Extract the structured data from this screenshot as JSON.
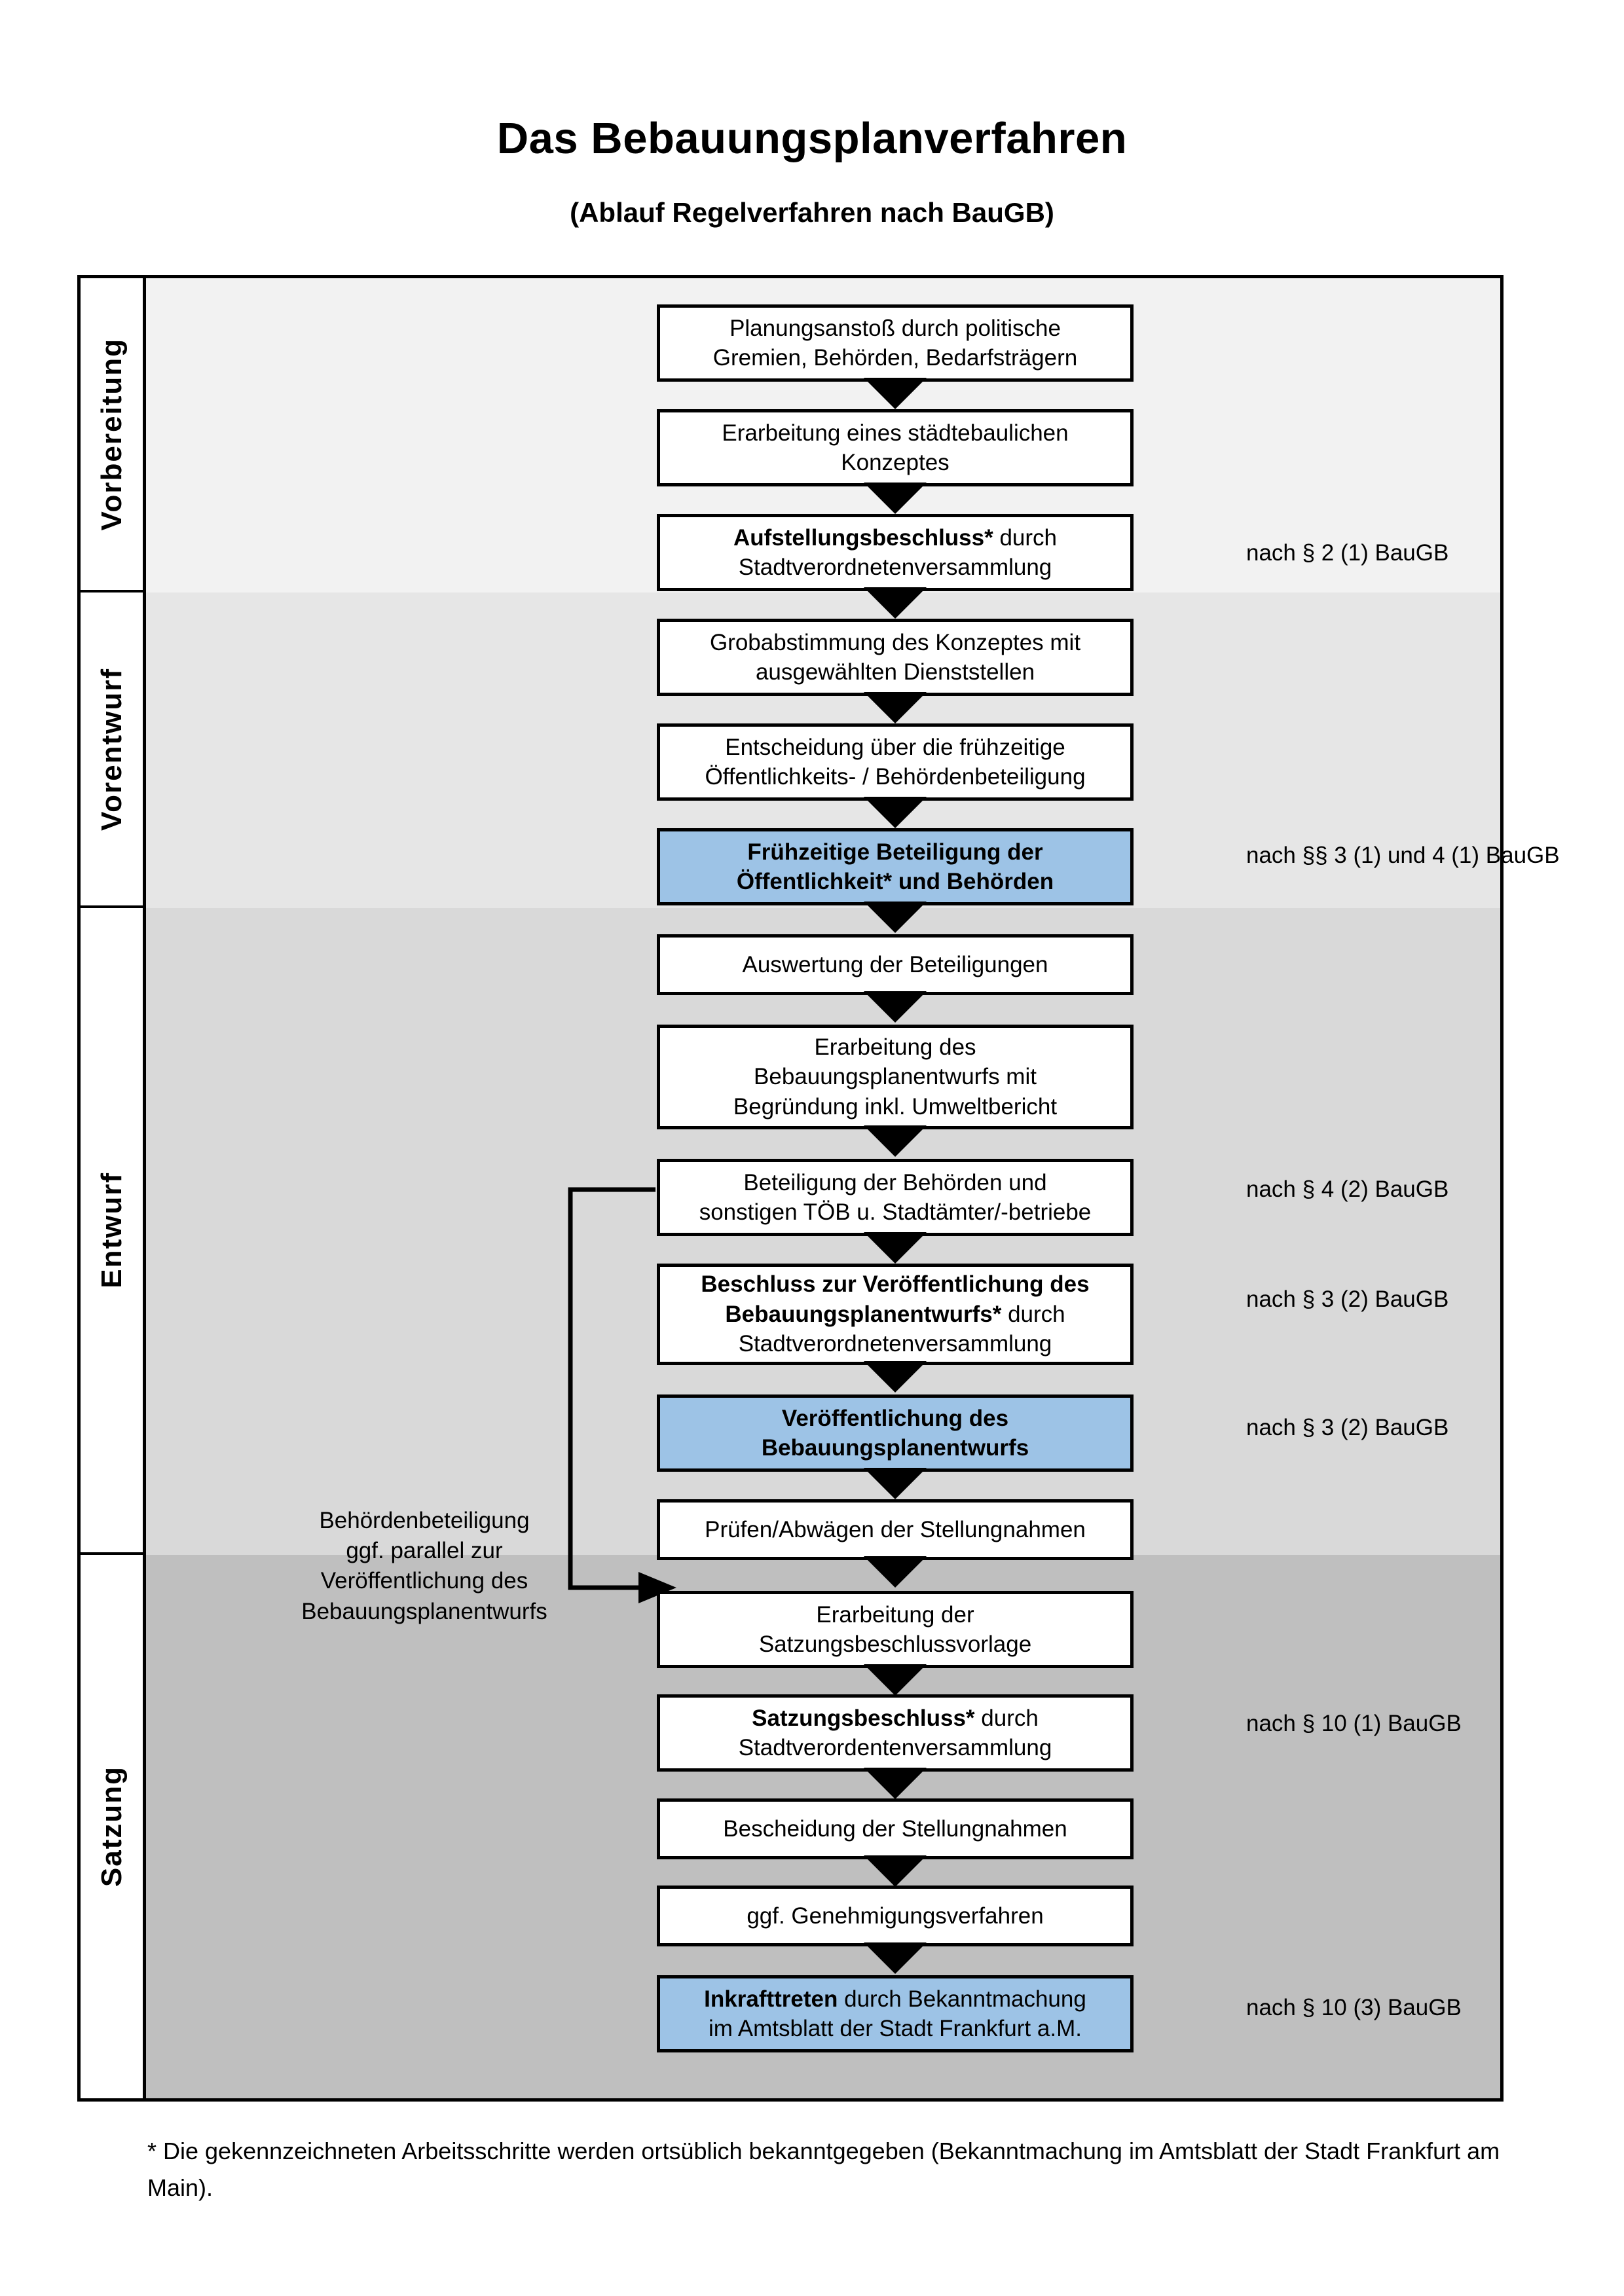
{
  "title": {
    "main": "Das Bebauungsplanverfahren",
    "sub": "(Ablauf Regelverfahren nach BauGB)"
  },
  "phases": [
    {
      "label": "Vorbereitung"
    },
    {
      "label": "Vorentwurf"
    },
    {
      "label": "Entwurf"
    },
    {
      "label": "Satzung"
    }
  ],
  "steps": [
    {
      "id": "planungsanstoss",
      "lines": [
        "Planungsanstoß durch politische",
        "Gremien, Behörden, Bedarfsträgern"
      ],
      "bold": false,
      "highlight": false
    },
    {
      "id": "staedtebauliches-konzept",
      "lines": [
        "Erarbeitung eines städtebaulichen",
        "Konzeptes"
      ],
      "bold": false,
      "highlight": false
    },
    {
      "id": "aufstellungsbeschluss",
      "lines": [
        "Aufstellungsbeschluss* durch",
        "Stadtverordnetenversammlung"
      ],
      "bold_prefix": "Aufstellungsbeschluss*",
      "highlight": false
    },
    {
      "id": "grobabstimmung",
      "lines": [
        "Grobabstimmung des Konzeptes mit",
        "ausgewählten Dienststellen"
      ],
      "bold": false,
      "highlight": false
    },
    {
      "id": "entscheidung-fruehzeitige-beteiligung",
      "lines": [
        "Entscheidung über die frühzeitige",
        "Öffentlichkeits- / Behördenbeteiligung"
      ],
      "bold": false,
      "highlight": false
    },
    {
      "id": "fruehzeitige-beteiligung",
      "lines": [
        "Frühzeitige Beteiligung der",
        "Öffentlichkeit* und Behörden"
      ],
      "bold": true,
      "highlight": true
    },
    {
      "id": "auswertung-beteiligungen",
      "lines": [
        "Auswertung der Beteiligungen"
      ],
      "bold": false,
      "highlight": false
    },
    {
      "id": "erarbeitung-bebauungsplanentwurf",
      "lines": [
        "Erarbeitung des",
        "Bebauungsplanentwurfs mit",
        "Begründung inkl. Umweltbericht"
      ],
      "bold": false,
      "highlight": false
    },
    {
      "id": "beteiligung-behoerden-toeb",
      "lines": [
        "Beteiligung der Behörden und",
        "sonstigen TÖB u. Stadtämter/-betriebe"
      ],
      "bold": false,
      "highlight": false
    },
    {
      "id": "beschluss-veroeffentlichung",
      "lines": [
        "Beschluss zur Veröffentlichung des",
        "Bebauungsplanentwurfs* durch",
        "Stadtverordnetenversammlung"
      ],
      "bold_prefix": "Beschluss zur Veröffentlichung des Bebauungsplanentwurfs*",
      "highlight": false
    },
    {
      "id": "veroeffentlichung-entwurf",
      "lines": [
        "Veröffentlichung des",
        "Bebauungsplanentwurfs"
      ],
      "bold": true,
      "highlight": true
    },
    {
      "id": "pruefen-abwaegen",
      "lines": [
        "Prüfen/Abwägen der Stellungnahmen"
      ],
      "bold": false,
      "highlight": false
    },
    {
      "id": "erarbeitung-satzungsbeschlussvorlage",
      "lines": [
        "Erarbeitung der",
        "Satzungsbeschlussvorlage"
      ],
      "bold": false,
      "highlight": false
    },
    {
      "id": "satzungsbeschluss",
      "lines": [
        "Satzungsbeschluss* durch",
        "Stadtverordentenversammlung"
      ],
      "bold_prefix": "Satzungsbeschluss*",
      "highlight": false
    },
    {
      "id": "bescheidung-stellungnahmen",
      "lines": [
        "Bescheidung der Stellungnahmen"
      ],
      "bold": false,
      "highlight": false
    },
    {
      "id": "genehmigungsverfahren",
      "lines": [
        "ggf. Genehmigungsverfahren"
      ],
      "bold": false,
      "highlight": false
    },
    {
      "id": "inkrafttreten",
      "lines": [
        "Inkrafttreten durch Bekanntmachung",
        "im Amtsblatt der Stadt Frankfurt a.M."
      ],
      "bold_prefix": "Inkrafttreten",
      "highlight": true
    }
  ],
  "sidenotes": [
    {
      "id": "note-par2",
      "text": "nach § 2 (1) BauGB"
    },
    {
      "id": "note-par3-1-4-1",
      "text": "nach §§ 3 (1) und 4 (1) BauGB"
    },
    {
      "id": "note-par4-2",
      "text": "nach § 4 (2) BauGB"
    },
    {
      "id": "note-par3-2-a",
      "text": "nach § 3 (2) BauGB"
    },
    {
      "id": "note-par3-2-b",
      "text": "nach § 3 (2) BauGB"
    },
    {
      "id": "note-par10-1",
      "text": "nach § 10 (1) BauGB"
    },
    {
      "id": "note-par10-3",
      "text": "nach § 10 (3) BauGB"
    }
  ],
  "left_note": {
    "lines": [
      "Behördenbeteiligung",
      "ggf. parallel zur",
      "Veröffentlichung des",
      "Bebauungsplanentwurfs"
    ]
  },
  "footnote": {
    "text": "* Die gekennzeichneten Arbeitsschritte werden ortsüblich bekanntgegeben (Bekanntmachung im Amtsblatt  der Stadt Frankfurt am Main)."
  },
  "colors": {
    "highlight_fill": "#9DC3E6",
    "band_vorbereitung": "#F2F2F2",
    "band_vorentwurf": "#E6E6E6",
    "band_entwurf": "#D9D9D9",
    "band_satzung": "#BFBFBF",
    "stroke": "#000000",
    "box_fill": "#FFFFFF"
  }
}
